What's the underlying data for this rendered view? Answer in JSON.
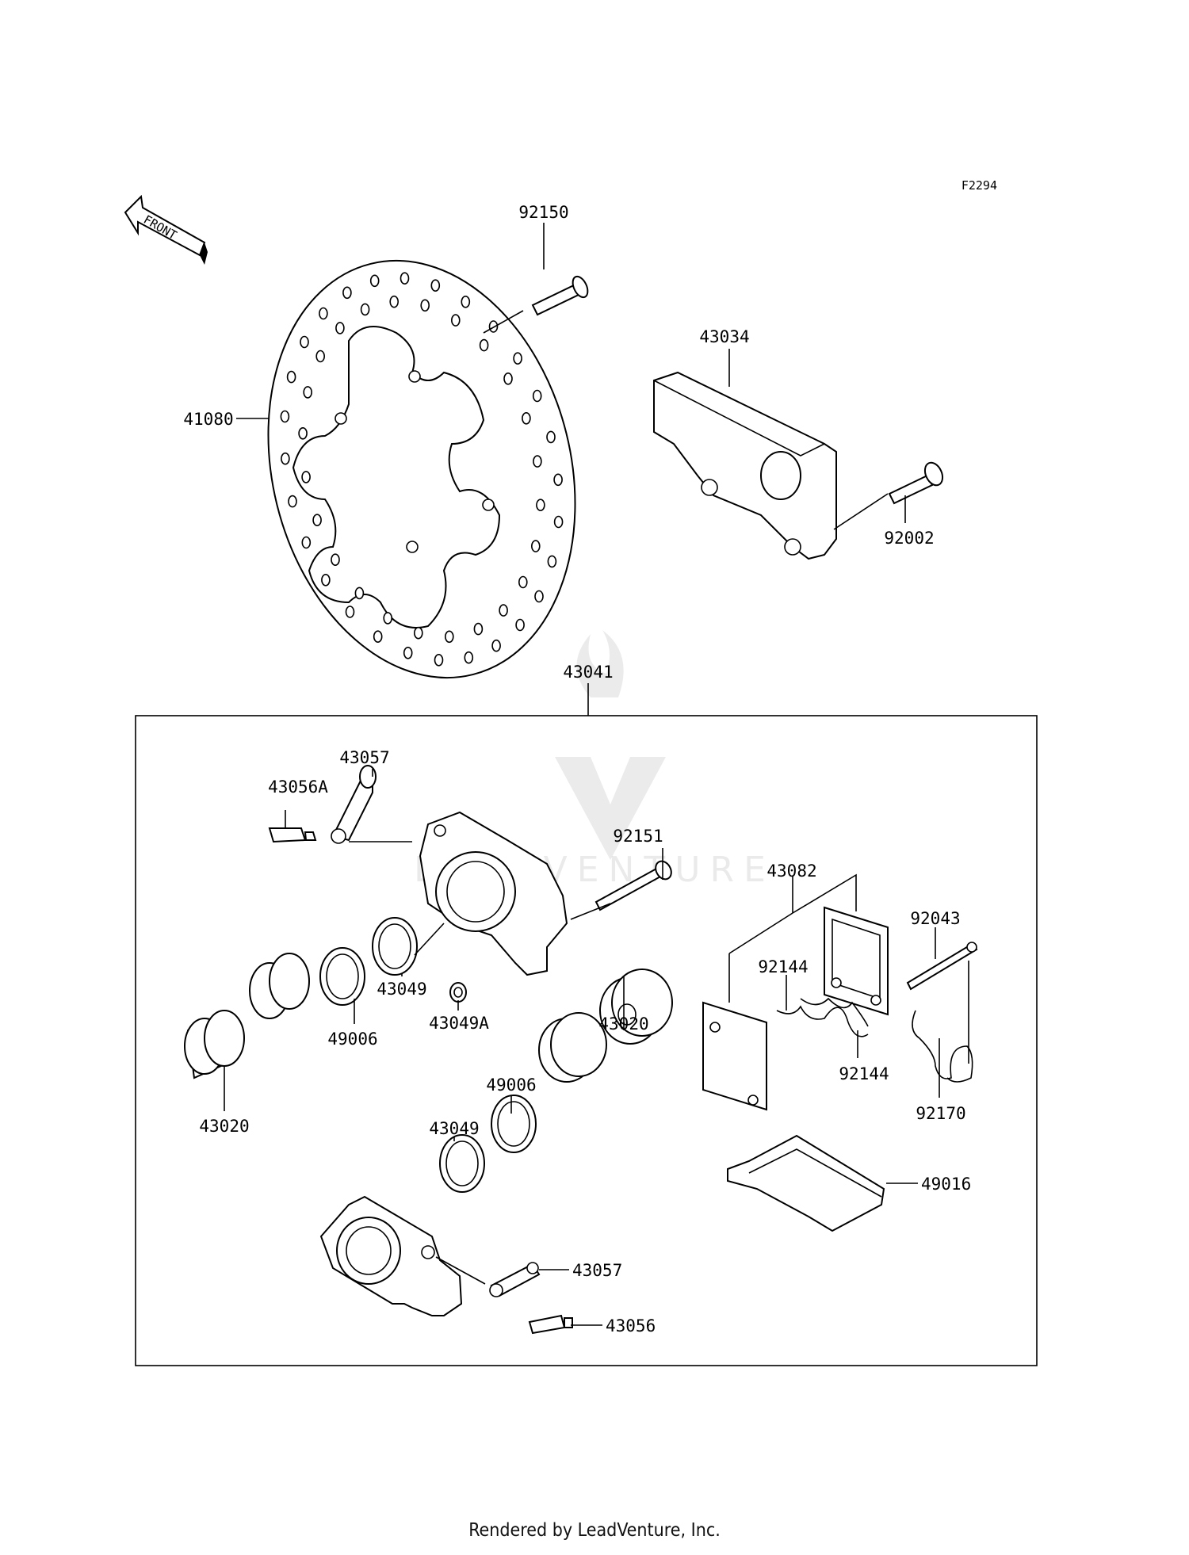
{
  "diagram": {
    "figure_code": "F2294",
    "front_label": "FRONT",
    "watermark": "LEADVENTURE",
    "parts": {
      "p92150": "92150",
      "p41080": "41080",
      "p43034": "43034",
      "p92002": "92002",
      "p43041": "43041",
      "p43057a": "43057",
      "p43056A": "43056A",
      "p92151": "92151",
      "p43082": "43082",
      "p92043": "92043",
      "p92144a": "92144",
      "p92144b": "92144",
      "p92170": "92170",
      "p43049a": "43049",
      "p43049A": "43049A",
      "p49006a": "49006",
      "p43020a": "43020",
      "p43020b": "43020",
      "p49006b": "49006",
      "p43049b": "43049",
      "p49016": "49016",
      "p43057b": "43057",
      "p43056": "43056"
    }
  },
  "footer": {
    "text": "Rendered by LeadVenture, Inc."
  }
}
